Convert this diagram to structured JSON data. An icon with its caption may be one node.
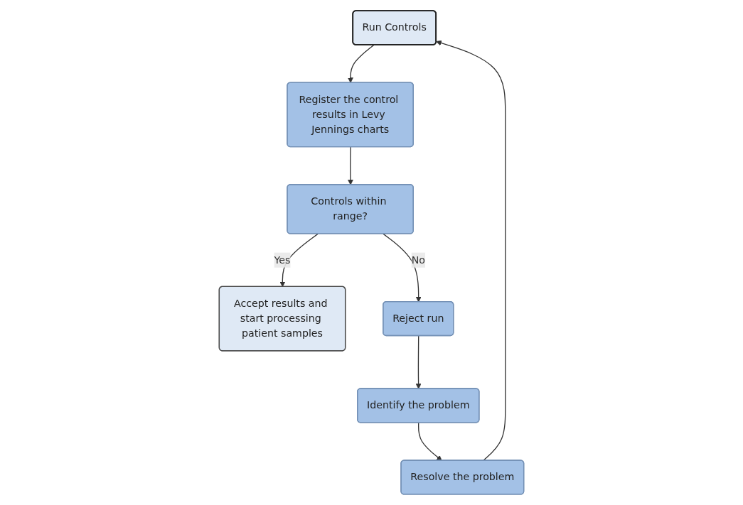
{
  "diagram": {
    "nodes": [
      {
        "text": [
          "Run Controls"
        ]
      },
      {
        "text": [
          "Register the control results in Levy Jennings charts"
        ]
      },
      {
        "text": [
          "Controls within range?"
        ]
      },
      {
        "text": [
          "Accept results and start processing patient samples"
        ]
      },
      {
        "text": [
          "Reject run"
        ]
      },
      {
        "text": [
          "Identify the problem"
        ]
      },
      {
        "text": [
          "Resolve the problem"
        ]
      }
    ],
    "edges": [
      {
        "from": 0,
        "to": 1,
        "arrow": "to"
      },
      {
        "from": 1,
        "to": 2,
        "arrow": "to"
      },
      {
        "from": 2,
        "to": 3,
        "arrow": "to",
        "label": "Yes"
      },
      {
        "from": 2,
        "to": 4,
        "arrow": "to",
        "label": "No"
      },
      {
        "from": 4,
        "to": 5,
        "arrow": "to"
      },
      {
        "from": 5,
        "to": 6,
        "arrow": "to"
      },
      {
        "from": 6,
        "to": 0,
        "arrow": "to"
      }
    ]
  }
}
